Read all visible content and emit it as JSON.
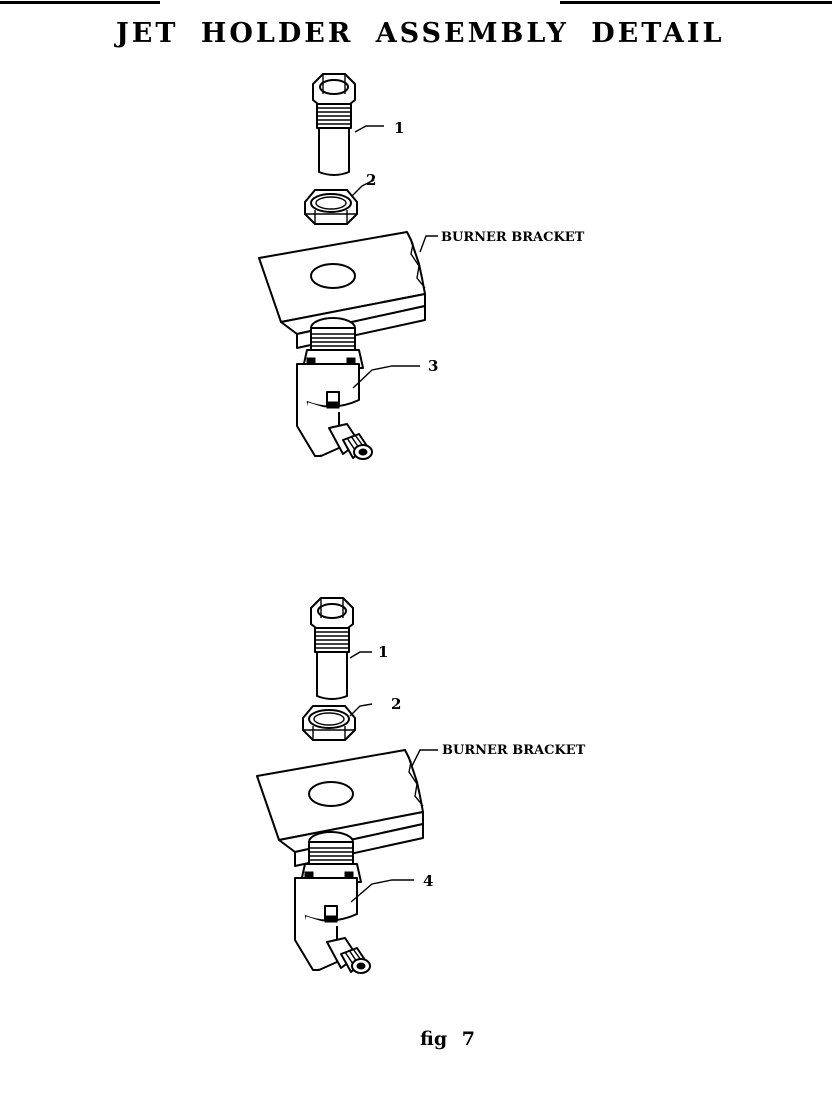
{
  "diagram": {
    "title": "JET HOLDER ASSEMBLY DETAIL",
    "caption": "fig 7",
    "assemblies": [
      {
        "callouts": [
          {
            "label": "1"
          },
          {
            "label": "2"
          },
          {
            "label": "BURNER BRACKET"
          },
          {
            "label": "3"
          }
        ]
      },
      {
        "callouts": [
          {
            "label": "1"
          },
          {
            "label": "2"
          },
          {
            "label": "BURNER BRACKET"
          },
          {
            "label": "4"
          }
        ]
      }
    ]
  }
}
